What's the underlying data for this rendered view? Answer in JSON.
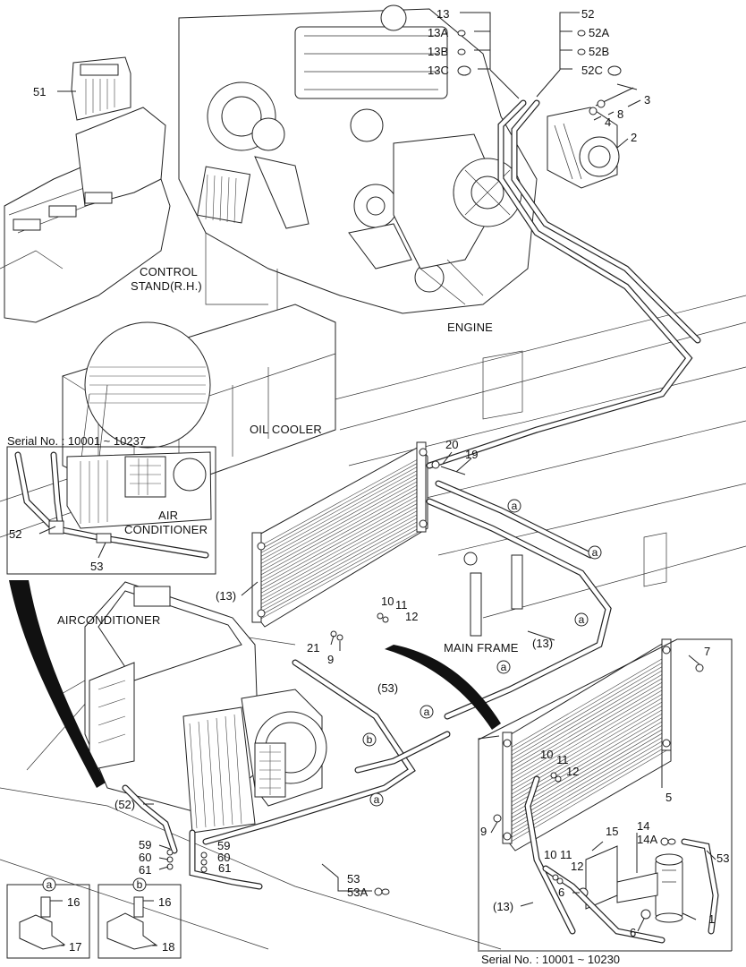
{
  "regions": {
    "control_stand": "CONTROL\nSTAND(R.H.)",
    "engine": "ENGINE",
    "oil_cooler": "OIL COOLER",
    "air_conditioner_inset": "AIR\nCONDITIONER",
    "airconditioner": "AIRCONDITIONER",
    "main_frame": "MAIN FRAME"
  },
  "serials": {
    "top": "Serial No. : 10001 ~ 10237",
    "bottom": "Serial No. : 10001 ~ 10230"
  },
  "callouts": {
    "c13": "13",
    "c13A": "13A",
    "c13B": "13B",
    "c13C": "13C",
    "c52": "52",
    "c52A": "52A",
    "c52B": "52B",
    "c52C": "52C",
    "c51": "51",
    "c3": "3",
    "c8": "8",
    "c4": "4",
    "c2": "2",
    "c20": "20",
    "c19": "19",
    "c13p_left": "(13)",
    "c10": "10",
    "c11": "11",
    "c12": "12",
    "c21": "21",
    "c9": "9",
    "c13p_frame": "(13)",
    "c53p": "(53)",
    "c7": "7",
    "c52_inset": "52",
    "c53_inset": "53",
    "c52p": "(52)",
    "c59a": "59",
    "c60a": "60",
    "c61a": "61",
    "c59b": "59",
    "c60b": "60",
    "c61b": "61",
    "c53": "53",
    "c53A": "53A",
    "c10b": "10",
    "c11b": "11",
    "c12b": "12",
    "c5": "5",
    "c9b": "9",
    "c14": "14",
    "c14A": "14A",
    "c15": "15",
    "c10c": "10",
    "c11c": "11",
    "c12c": "12",
    "c53r": "53",
    "c1": "1",
    "c6a": "6",
    "c6b": "6",
    "c13p_bottom": "(13)",
    "c16a": "16",
    "c17": "17",
    "c16b": "16",
    "c18": "18"
  },
  "clamp_markers": {
    "a": "a",
    "b": "b"
  }
}
